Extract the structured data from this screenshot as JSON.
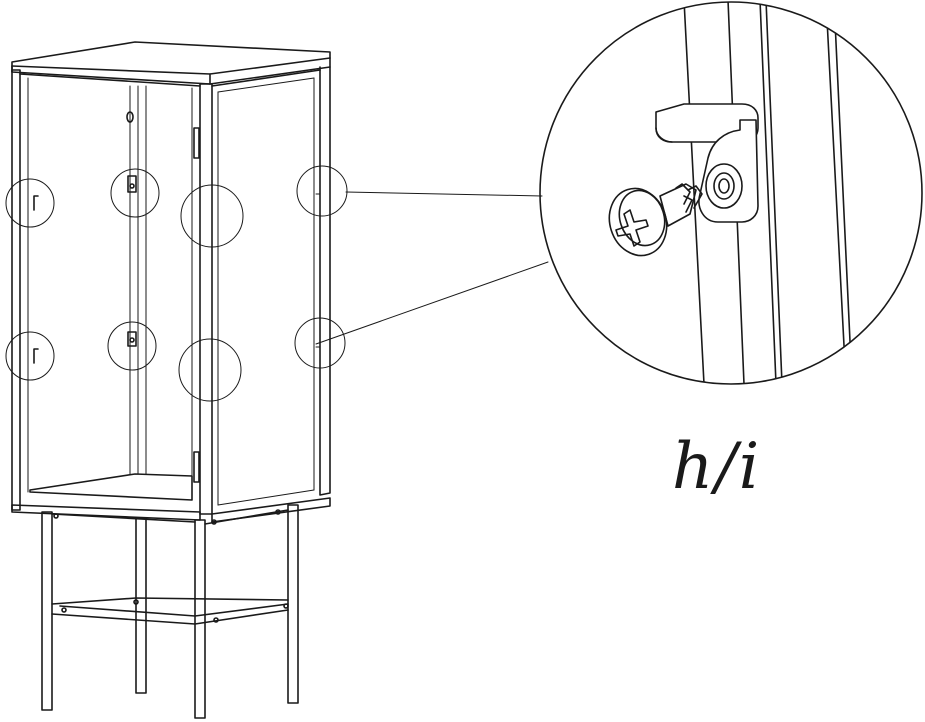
{
  "diagram": {
    "step_label": "h/i",
    "colors": {
      "line": "#1a1a1a",
      "background": "#ffffff"
    },
    "callout_count": 8,
    "parts": [
      "cabinet-frame",
      "glass-door-left",
      "glass-door-right",
      "shelf",
      "stand-legs",
      "hinge-bracket",
      "screw",
      "magnified-detail"
    ]
  }
}
